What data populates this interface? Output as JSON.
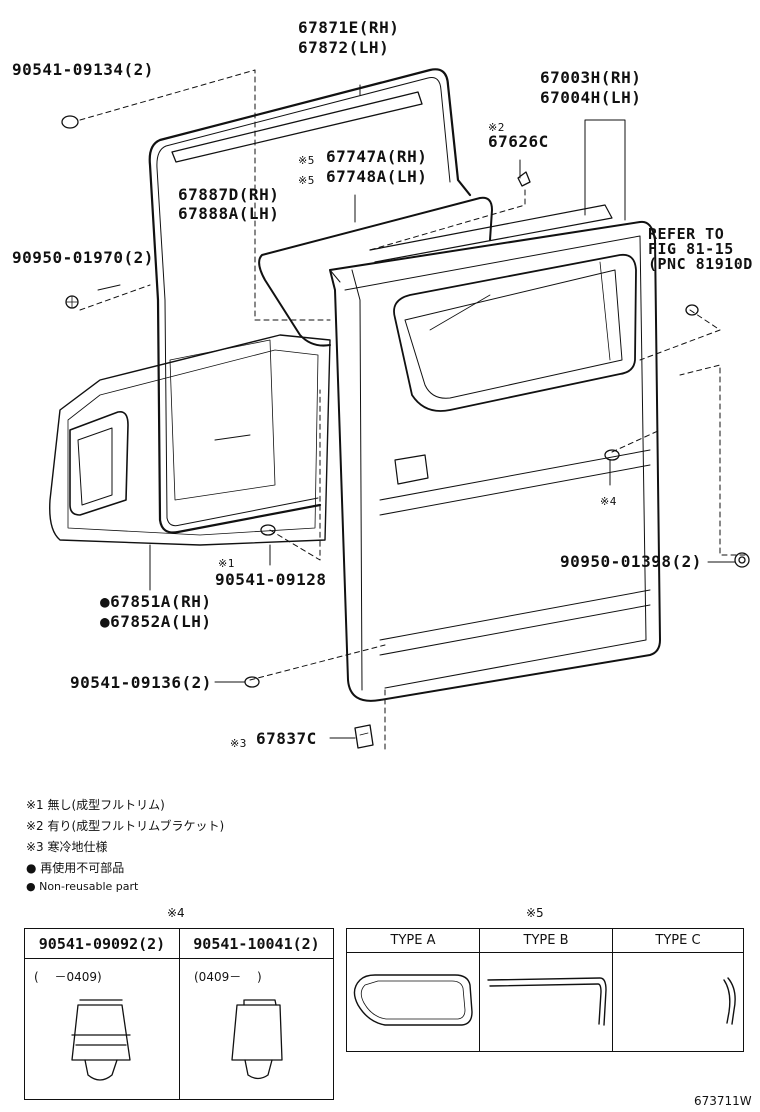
{
  "labels": {
    "p67871": "67871E(RH)",
    "p67872": "67872(LH)",
    "p90541_09134": "90541-09134(2)",
    "p67003": "67003H(RH)",
    "p67004": "67004H(LH)",
    "mark2": "※2",
    "p67626": "67626C",
    "mark5a": "※5",
    "p67747": "67747A(RH)",
    "mark5b": "※5",
    "p67748": "67748A(LH)",
    "p67887": "67887D(RH)",
    "p67888": "67888A(LH)",
    "refer1": "REFER TO",
    "refer2": "FIG 81-15",
    "refer3": "(PNC 81910D",
    "p90950_01970": "90950-01970(2)",
    "mark4": "※4",
    "mark1": "※1",
    "p90541_09128": "90541-09128",
    "p90950_01398": "90950-01398(2)",
    "p67851": "●67851A(RH)",
    "p67852": "●67852A(LH)",
    "p90541_09136": "90541-09136(2)",
    "mark3": "※3",
    "p67837": "67837C"
  },
  "notes": [
    "※1 無し(成型フルトリム)",
    "※2 有り(成型フルトリムブラケット)",
    "※3 寒冷地仕様",
    "● 再使用不可部品",
    "● Non-reusable part"
  ],
  "table4": {
    "caption": "※4",
    "headers": [
      "90541-09092(2)",
      "90541-10041(2)"
    ],
    "ranges": [
      "(　 －0409)",
      "(0409－　 )"
    ]
  },
  "table5": {
    "caption": "※5",
    "headers": [
      "TYPE A",
      "TYPE B",
      "TYPE C"
    ]
  },
  "figure_id": "673711W"
}
